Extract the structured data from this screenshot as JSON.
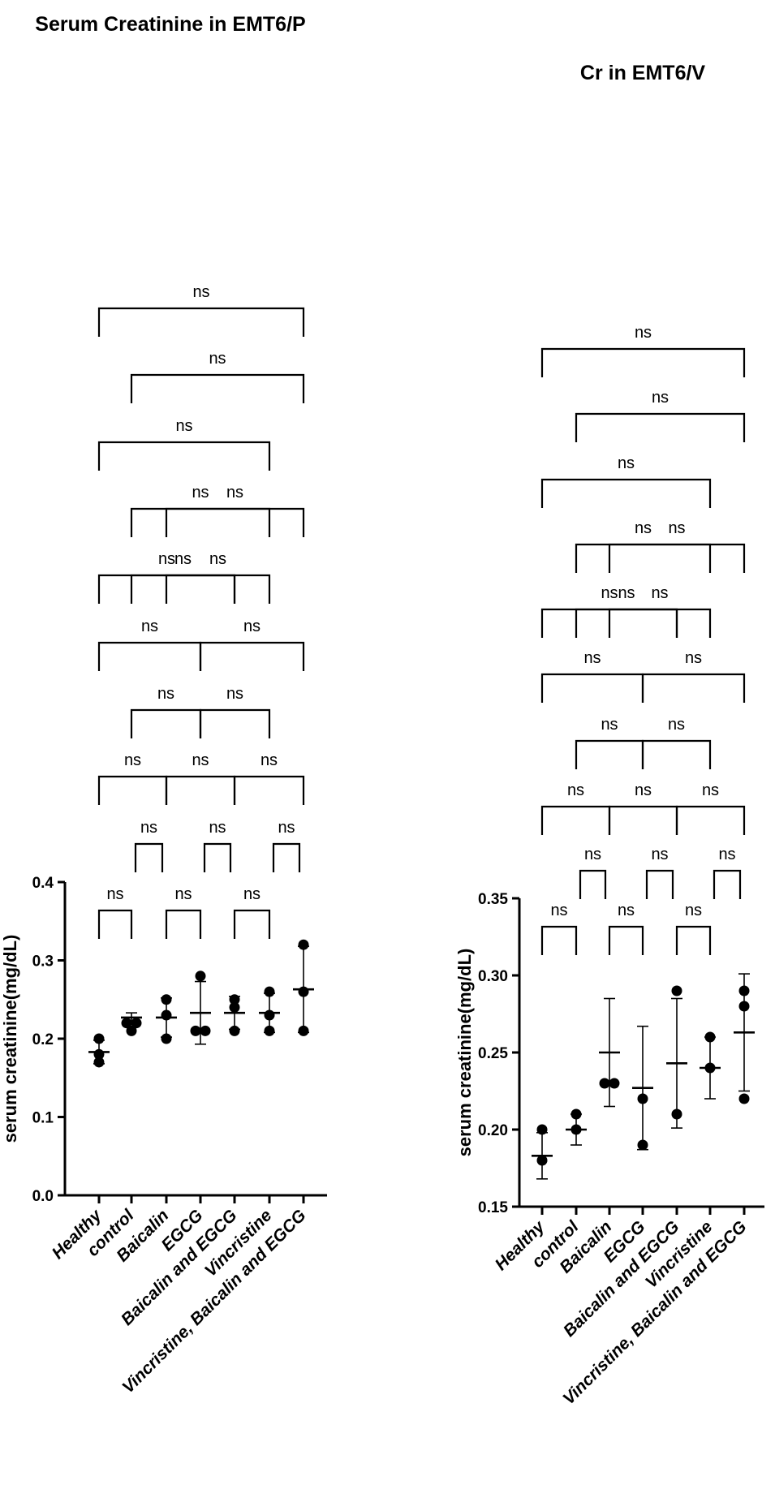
{
  "chart_data": [
    {
      "type": "scatter",
      "title": "Serum Creatinine in EMT6/P",
      "ylabel": "serum creatinine(mg/dL)",
      "xlabel": "",
      "ylim": [
        0,
        0.4
      ],
      "yticks": [
        "0.0",
        "0.1",
        "0.2",
        "0.3",
        "0.4"
      ],
      "categories": [
        "Healthy",
        "control",
        "Baicalin",
        "EGCG",
        "Baicalin and EGCG",
        "Vincristine",
        "Vincristine, Baicalin and EGCG"
      ],
      "points": [
        [
          0.17,
          0.18,
          0.2
        ],
        [
          0.21,
          0.22,
          0.22
        ],
        [
          0.2,
          0.23,
          0.25
        ],
        [
          0.21,
          0.21,
          0.28
        ],
        [
          0.21,
          0.24,
          0.25
        ],
        [
          0.21,
          0.23,
          0.26
        ],
        [
          0.21,
          0.26,
          0.32
        ]
      ],
      "means": [
        0.183,
        0.227,
        0.227,
        0.233,
        0.233,
        0.233,
        0.263
      ],
      "sd": [
        0.015,
        0.006,
        0.025,
        0.04,
        0.021,
        0.025,
        0.055
      ],
      "comparisons": [
        {
          "groups": [
            1,
            2
          ],
          "label": "ns"
        },
        {
          "groups": [
            3,
            4
          ],
          "label": "ns"
        },
        {
          "groups": [
            5,
            6
          ],
          "label": "ns"
        },
        {
          "groups": [
            2,
            3
          ],
          "label": "ns"
        },
        {
          "groups": [
            4,
            5
          ],
          "label": "ns"
        },
        {
          "groups": [
            6,
            7
          ],
          "label": "ns"
        },
        {
          "groups": [
            1,
            3
          ],
          "label": "ns"
        },
        {
          "groups": [
            3,
            5
          ],
          "label": "ns"
        },
        {
          "groups": [
            5,
            7
          ],
          "label": "ns"
        },
        {
          "groups": [
            2,
            4
          ],
          "label": "ns"
        },
        {
          "groups": [
            4,
            6
          ],
          "label": "ns"
        },
        {
          "groups": [
            1,
            4
          ],
          "label": "ns"
        },
        {
          "groups": [
            4,
            7
          ],
          "label": "ns"
        },
        {
          "groups": [
            2,
            5
          ],
          "label": "ns"
        },
        {
          "groups": [
            3,
            6
          ],
          "label": "ns"
        },
        {
          "groups": [
            1,
            5
          ],
          "label": "ns"
        },
        {
          "groups": [
            2,
            6
          ],
          "label": "ns"
        },
        {
          "groups": [
            3,
            7
          ],
          "label": "ns"
        },
        {
          "groups": [
            1,
            6
          ],
          "label": "ns"
        },
        {
          "groups": [
            2,
            7
          ],
          "label": "ns"
        },
        {
          "groups": [
            1,
            7
          ],
          "label": "ns"
        }
      ]
    },
    {
      "type": "scatter",
      "title": "Cr in EMT6/V",
      "ylabel": "serum creatinine(mg/dL)",
      "xlabel": "",
      "ylim": [
        0.15,
        0.35
      ],
      "yticks": [
        "0.15",
        "0.20",
        "0.25",
        "0.30",
        "0.35"
      ],
      "categories": [
        "Healthy",
        "control",
        "Baicalin",
        "EGCG",
        "Baicalin and EGCG",
        "Vincristine",
        "Vincristine, Baicalin and EGCG"
      ],
      "points": [
        [
          0.18,
          0.2
        ],
        [
          0.2,
          0.21
        ],
        [
          0.23,
          0.23
        ],
        [
          0.19,
          0.22
        ],
        [
          0.21,
          0.29
        ],
        [
          0.24,
          0.26
        ],
        [
          0.22,
          0.28,
          0.29
        ]
      ],
      "means": [
        0.183,
        0.2,
        0.25,
        0.227,
        0.243,
        0.24,
        0.263
      ],
      "sd": [
        0.015,
        0.01,
        0.035,
        0.04,
        0.042,
        0.02,
        0.038
      ],
      "comparisons": [
        {
          "groups": [
            1,
            2
          ],
          "label": "ns"
        },
        {
          "groups": [
            3,
            4
          ],
          "label": "ns"
        },
        {
          "groups": [
            5,
            6
          ],
          "label": "ns"
        },
        {
          "groups": [
            2,
            3
          ],
          "label": "ns"
        },
        {
          "groups": [
            4,
            5
          ],
          "label": "ns"
        },
        {
          "groups": [
            6,
            7
          ],
          "label": "ns"
        },
        {
          "groups": [
            1,
            3
          ],
          "label": "ns"
        },
        {
          "groups": [
            3,
            5
          ],
          "label": "ns"
        },
        {
          "groups": [
            5,
            7
          ],
          "label": "ns"
        },
        {
          "groups": [
            2,
            4
          ],
          "label": "ns"
        },
        {
          "groups": [
            4,
            6
          ],
          "label": "ns"
        },
        {
          "groups": [
            1,
            4
          ],
          "label": "ns"
        },
        {
          "groups": [
            4,
            7
          ],
          "label": "ns"
        },
        {
          "groups": [
            2,
            5
          ],
          "label": "ns"
        },
        {
          "groups": [
            3,
            6
          ],
          "label": "ns"
        },
        {
          "groups": [
            1,
            5
          ],
          "label": "ns"
        },
        {
          "groups": [
            2,
            6
          ],
          "label": "ns"
        },
        {
          "groups": [
            3,
            7
          ],
          "label": "ns"
        },
        {
          "groups": [
            1,
            6
          ],
          "label": "ns"
        },
        {
          "groups": [
            2,
            7
          ],
          "label": "ns"
        },
        {
          "groups": [
            1,
            7
          ],
          "label": "ns"
        }
      ]
    }
  ]
}
